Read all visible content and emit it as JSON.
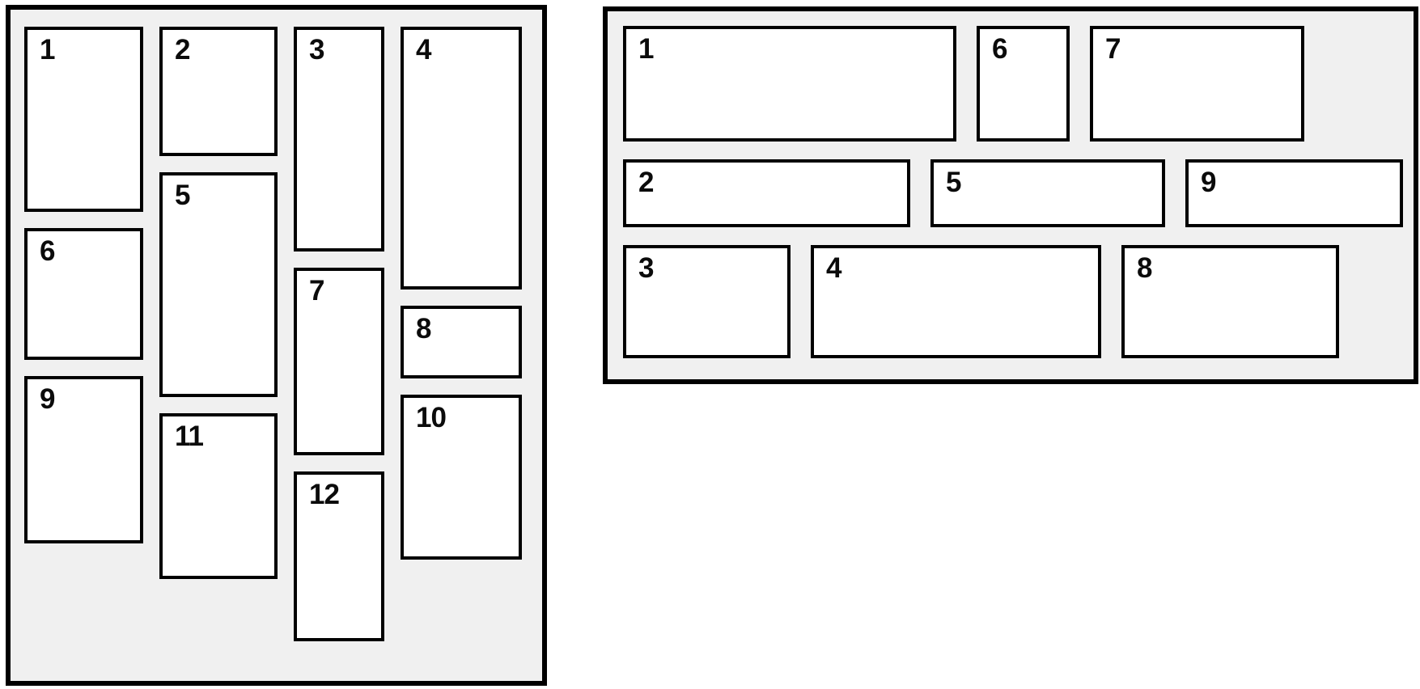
{
  "colors": {
    "page_background": "#ffffff",
    "panel_background": "#f0f0f0",
    "box_background": "#ffffff",
    "border": "#000000",
    "label_text": "#0b0b0b"
  },
  "left_panel": {
    "description": "vertical column masonry grid",
    "columns": [
      {
        "items": [
          {
            "label": "1"
          },
          {
            "label": "6"
          },
          {
            "label": "9"
          }
        ]
      },
      {
        "items": [
          {
            "label": "2"
          },
          {
            "label": "5"
          },
          {
            "label": "11"
          }
        ]
      },
      {
        "items": [
          {
            "label": "3"
          },
          {
            "label": "7"
          },
          {
            "label": "12"
          }
        ]
      },
      {
        "items": [
          {
            "label": "4"
          },
          {
            "label": "8"
          },
          {
            "label": "10"
          }
        ]
      }
    ]
  },
  "right_panel": {
    "description": "horizontal row masonry grid",
    "rows": [
      {
        "items": [
          {
            "label": "1"
          },
          {
            "label": "6"
          },
          {
            "label": "7"
          }
        ]
      },
      {
        "items": [
          {
            "label": "2"
          },
          {
            "label": "5"
          },
          {
            "label": "9"
          }
        ]
      },
      {
        "items": [
          {
            "label": "3"
          },
          {
            "label": "4"
          },
          {
            "label": "8"
          }
        ]
      }
    ]
  }
}
